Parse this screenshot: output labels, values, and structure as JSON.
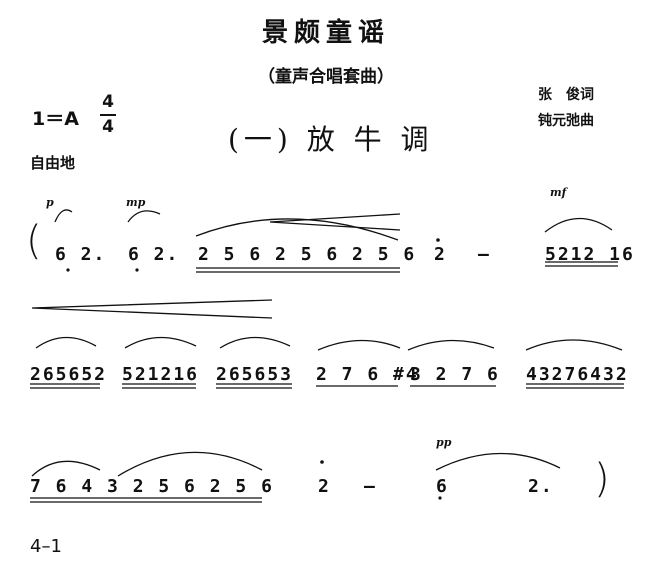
{
  "title": "景颇童谣",
  "subtitle": "（童声合唱套曲）",
  "credits": {
    "lyricist": "张　俊词",
    "composer": "钝元弛曲"
  },
  "key": "1＝A",
  "time_signature": {
    "top": "4",
    "bottom": "4"
  },
  "movement": "(一) 放 牛 调",
  "tempo": "自由地",
  "dynamics": {
    "p1": "p",
    "mp": "mp",
    "mf": "mf",
    "pp": "pp"
  },
  "system1": {
    "n1": "6 2.",
    "n2": "6 2.",
    "n3": "2 5 6 2 5 6 2 5 6",
    "n4": "2",
    "n5": "—",
    "n6": "5212 16"
  },
  "system2": {
    "n1": "265652",
    "n2": "521216",
    "n3": "265653",
    "n4": "2 7 6 #4",
    "n5": "3 2 7 6",
    "n6": "43276432"
  },
  "system3": {
    "n1": "7 6 4 3 2 5 6 2 5 6",
    "n2": "2",
    "n3": "—",
    "n4": "6",
    "n5": "2."
  },
  "page_number": "4–1"
}
